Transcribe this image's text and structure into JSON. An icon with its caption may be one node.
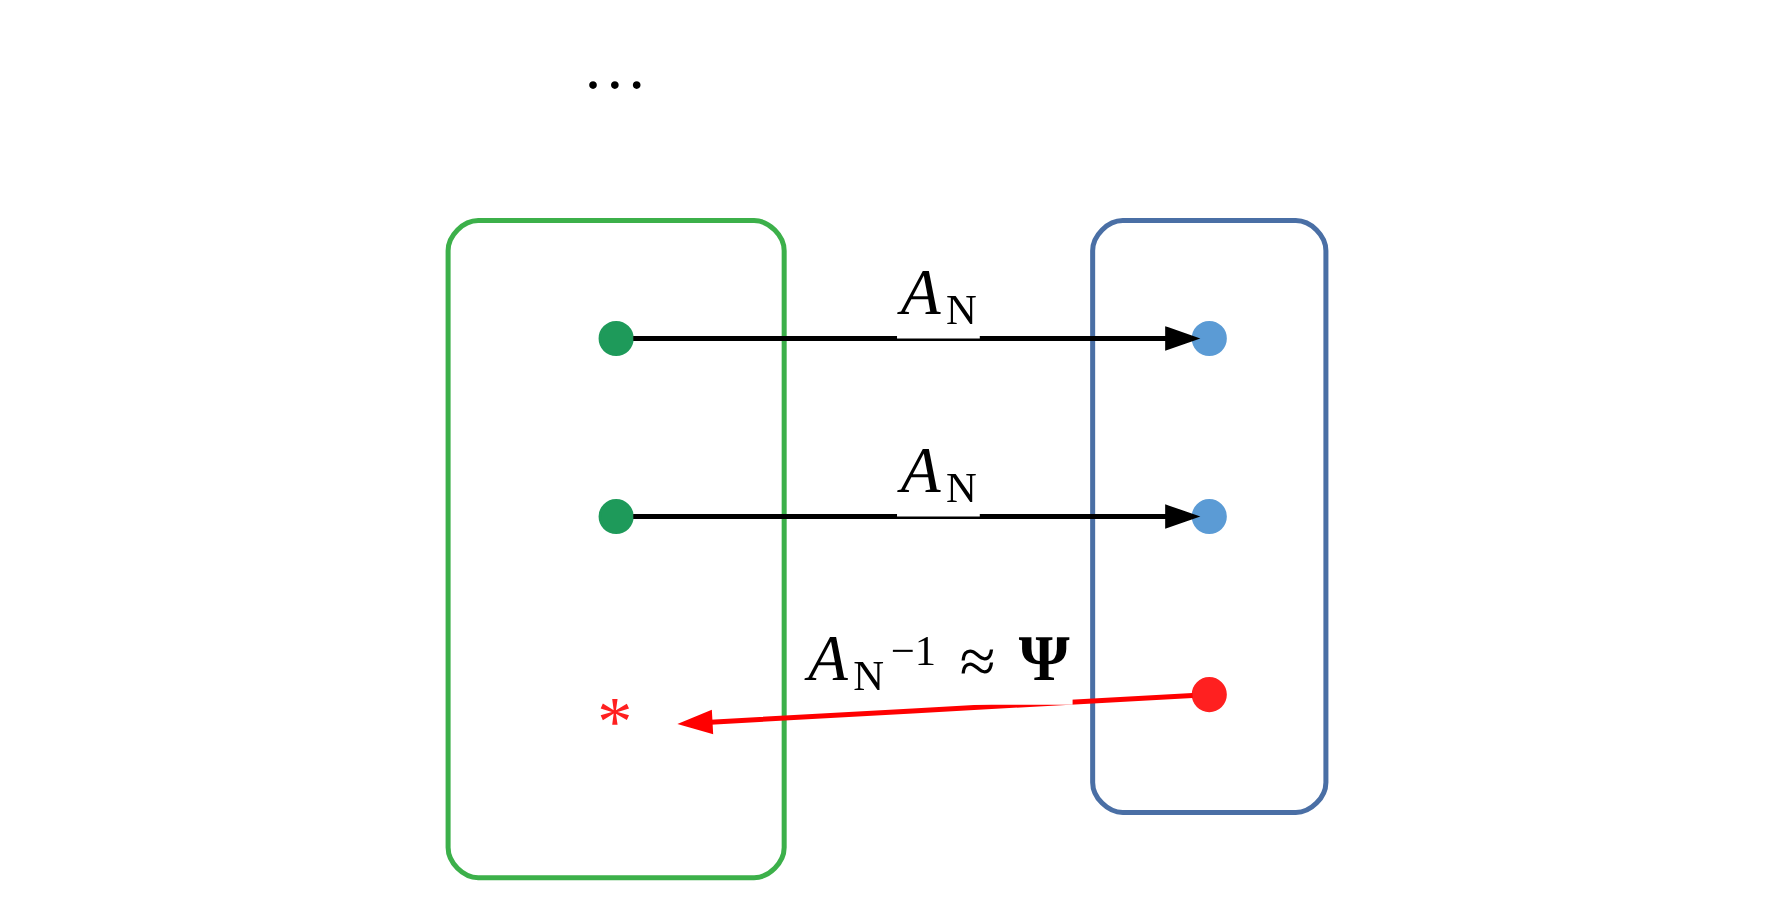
{
  "diagram": {
    "nodes": [
      {
        "text": [],
        "shape": "cloud"
      },
      {
        "text": [],
        "shape": "cloud"
      },
      {
        "text": [
          "*"
        ],
        "in": 0
      },
      {
        "text": [],
        "shape": "circle",
        "in": 1
      },
      {
        "text": [],
        "shape": "circle",
        "in": 0
      },
      {
        "text": [],
        "shape": "circle",
        "in": 1
      },
      {
        "text": [],
        "shape": "circle",
        "in": 0
      },
      {
        "text": [],
        "shape": "circle",
        "in": 1
      }
    ],
    "edges": [
      {
        "from": 7,
        "to": 2,
        "arrow": "to",
        "label": "*A*$_{N}$$^{−1}$ ≈ **Ψ**",
        "color": "#ff0000"
      },
      {
        "from": 4,
        "to": 3,
        "arrow": "to",
        "label": "*A*$_{N}$"
      },
      {
        "from": 6,
        "to": 5,
        "arrow": "to",
        "label": "*A*$_{N}$"
      }
    ],
    "labels": [
      "…"
    ]
  }
}
